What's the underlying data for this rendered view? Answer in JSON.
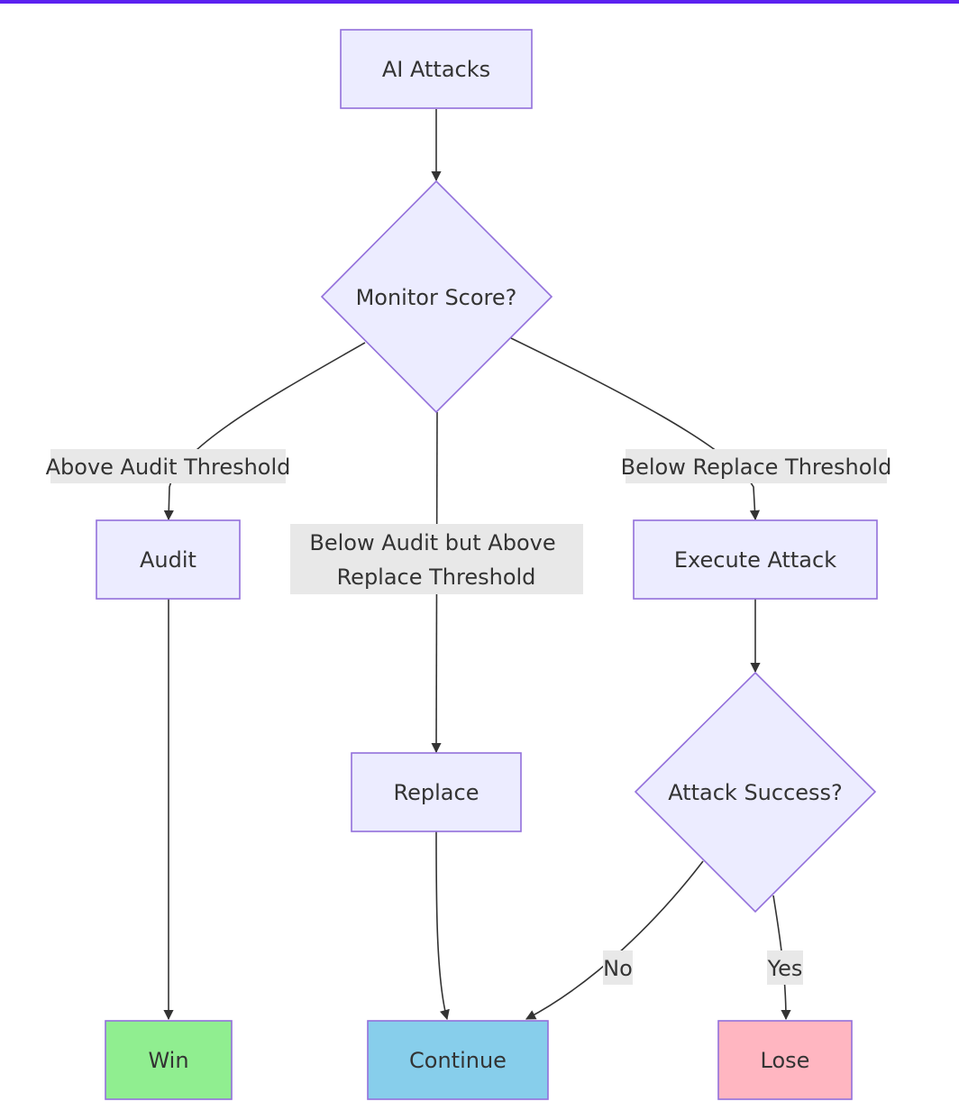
{
  "nodes": {
    "ai_attacks": {
      "label": "AI Attacks",
      "shape": "rect"
    },
    "monitor_score": {
      "label": "Monitor Score?",
      "shape": "diamond"
    },
    "audit": {
      "label": "Audit",
      "shape": "rect"
    },
    "replace": {
      "label": "Replace",
      "shape": "rect"
    },
    "execute_attack": {
      "label": "Execute Attack",
      "shape": "rect"
    },
    "attack_success": {
      "label": "Attack Success?",
      "shape": "diamond"
    },
    "win": {
      "label": "Win",
      "shape": "rect",
      "fill": "#90ee90"
    },
    "continue": {
      "label": "Continue",
      "shape": "rect",
      "fill": "#87ceeb"
    },
    "lose": {
      "label": "Lose",
      "shape": "rect",
      "fill": "#ffb6c1"
    }
  },
  "edges": [
    {
      "from": "ai_attacks",
      "to": "monitor_score",
      "label": ""
    },
    {
      "from": "monitor_score",
      "to": "audit",
      "label": "Above Audit Threshold"
    },
    {
      "from": "monitor_score",
      "to": "replace",
      "label_lines": [
        "Below Audit but Above",
        "Replace Threshold"
      ]
    },
    {
      "from": "monitor_score",
      "to": "execute_attack",
      "label": "Below Replace Threshold"
    },
    {
      "from": "audit",
      "to": "win",
      "label": ""
    },
    {
      "from": "replace",
      "to": "continue",
      "label": ""
    },
    {
      "from": "execute_attack",
      "to": "attack_success",
      "label": ""
    },
    {
      "from": "attack_success",
      "to": "continue",
      "label": "No"
    },
    {
      "from": "attack_success",
      "to": "lose",
      "label": "Yes"
    }
  ],
  "colors": {
    "node_fill": "#ececff",
    "node_stroke": "#9370db",
    "edge_label_bg": "#e8e8e8",
    "accent_bar": "#5b21f0"
  }
}
